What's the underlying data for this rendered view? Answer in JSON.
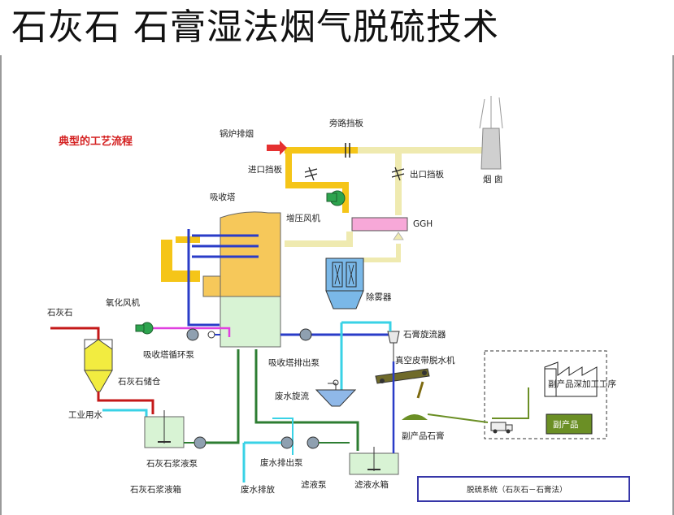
{
  "title": "石灰石 石膏湿法烟气脱硫技术",
  "subtitle": "典型的工艺流程",
  "labels": {
    "boiler_flue": "锅炉排烟",
    "bypass_damper": "旁路挡板",
    "inlet_damper": "进口挡板",
    "outlet_damper": "出口挡板",
    "chimney": "烟 囱",
    "absorber": "吸收塔",
    "booster_fan": "增压风机",
    "ggh": "GGH",
    "demister": "除雾器",
    "limestone": "石灰石",
    "oxidation_fan": "氧化风机",
    "absorber_circ_pump": "吸收塔循环泵",
    "limestone_silo": "石灰石储仓",
    "process_water": "工业用水",
    "slurry_pump": "石灰石浆液泵",
    "slurry_tank": "石灰石浆液箱",
    "absorber_discharge_pump": "吸收塔排出泵",
    "gypsum_cyclone": "石膏旋流器",
    "vacuum_belt": "真空皮带脱水机",
    "ww_cyclone": "废水旋流",
    "ww_pump": "废水排出泵",
    "ww_discharge": "废水排放",
    "filtrate_pump": "滤液泵",
    "filtrate_tank": "滤液水箱",
    "byproduct_gypsum": "副产品石膏",
    "byproduct_processing": "副产品深加工工序",
    "byproduct": "副产品",
    "legend": "脱硫系统（石灰石－石膏法）"
  },
  "colors": {
    "flue_gas": "#f5c518",
    "clean_gas": "#f3f1b0",
    "absorber_top": "#f6c85a",
    "absorber_bottom": "#d8f3d4",
    "blue_line": "#2a3cc8",
    "cyan_line": "#39d2e6",
    "green_line": "#2d7d32",
    "red_line": "#c41818",
    "magenta_line": "#e040e0",
    "ggh": "#f7a8d8"
  }
}
